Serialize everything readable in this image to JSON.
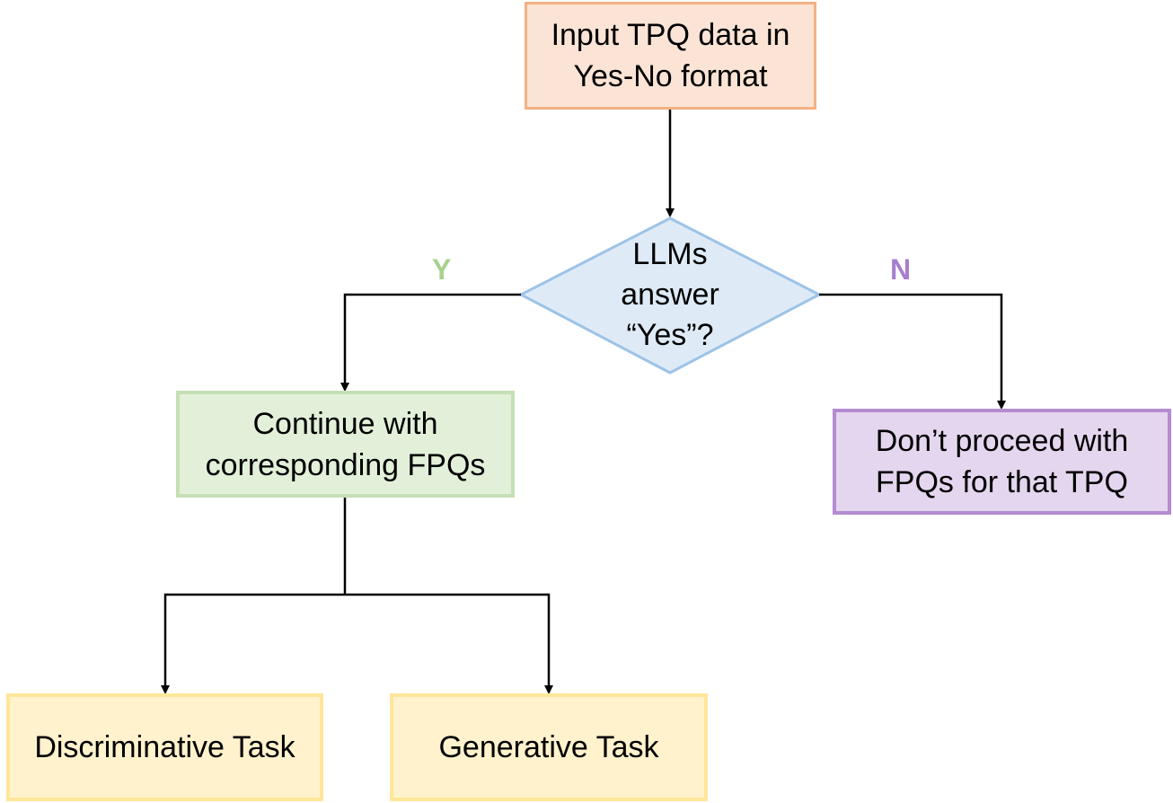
{
  "colors": {
    "input_fill": "#FBE4D5",
    "input_border": "#F4B183",
    "decision_fill": "#DEEBF7",
    "decision_border": "#9DC3E6",
    "continue_fill": "#E2F0D9",
    "continue_border": "#C5E0B4",
    "stop_fill": "#E4D6EE",
    "stop_border": "#B58CD2",
    "task_fill": "#FFF2CC",
    "task_border": "#FFE699",
    "yes_label": "#A9D18E",
    "no_label": "#A67FCF",
    "connector": "#000000"
  },
  "nodes": {
    "input": {
      "line1": "Input TPQ data in",
      "line2": "Yes-No format"
    },
    "decision": {
      "line1": "LLMs",
      "line2": "answer",
      "line3": "“Yes”?"
    },
    "continue": {
      "line1": "Continue with",
      "line2": "corresponding FPQs"
    },
    "stop": {
      "line1": "Don’t proceed with",
      "line2": "FPQs for that TPQ"
    },
    "discriminative": {
      "label": "Discriminative Task"
    },
    "generative": {
      "label": "Generative Task"
    }
  },
  "branches": {
    "yes": "Y",
    "no": "N"
  }
}
